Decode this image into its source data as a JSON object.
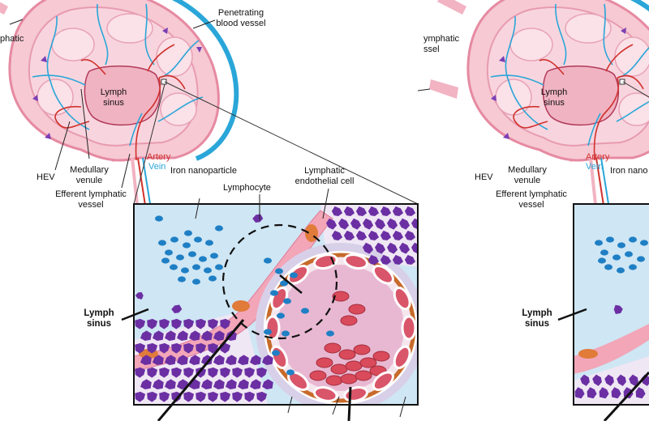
{
  "colors": {
    "capsule": "#2aa6d8",
    "node_fill": "#f6c9d3",
    "node_edge": "#e68aa1",
    "sinus_fill": "#cfe6f4",
    "artery": "#d0312d",
    "vein": "#2aa6d8",
    "lymphocyte": "#6b2fa3",
    "nanoparticle": "#1f7fc4",
    "endothelial": "#f2a6b8",
    "endothelial_nucleus": "#e07b3a",
    "rbc": "#d94a5a",
    "vessel_wall": "#c76a2a"
  },
  "left_panel": {
    "partial_lymphatic": "phatic",
    "penetrating": [
      "Penetrating",
      "blood vessel"
    ],
    "lymph_sinus_node": [
      "Lymph",
      "sinus"
    ],
    "artery": "Artery",
    "vein": "Vein",
    "hev": "HEV",
    "medullary_venule": [
      "Medullary",
      "venule"
    ],
    "efferent": [
      "Efferent lymphatic",
      "vessel"
    ]
  },
  "inset_labels": {
    "iron_nanoparticle": "Iron nanoparticle",
    "lymphocyte": "Lymphocyte",
    "lymphatic_endothelial": [
      "Lymphatic",
      "endothelial cell"
    ],
    "lymph_sinus": [
      "Lymph",
      "sinus"
    ]
  },
  "right_panel": {
    "partial_lymphatic": [
      "ymphatic",
      "ssel"
    ],
    "lymph_sinus_node": [
      "Lymph",
      "sinus"
    ],
    "artery": "Artery",
    "vein": "Vein",
    "hev": "HEV",
    "medullary_venule": [
      "Medullary",
      "venule"
    ],
    "efferent": [
      "Efferent lymphatic",
      "vessel"
    ],
    "iron_partial": "Iron nano",
    "lymph_sinus": [
      "Lymph",
      "sinus"
    ]
  }
}
